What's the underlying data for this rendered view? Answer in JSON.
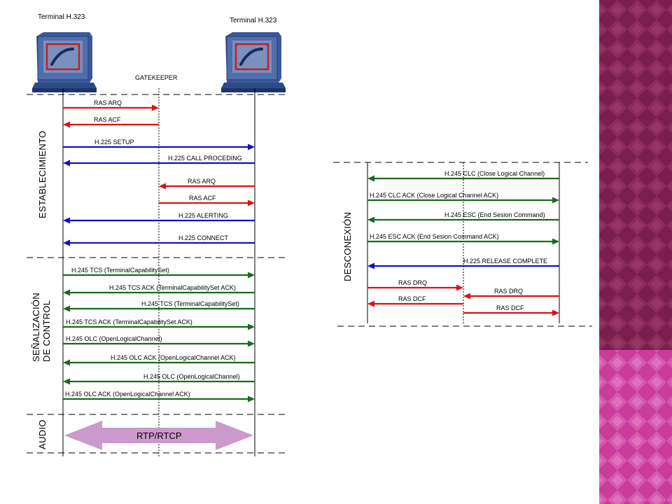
{
  "colors": {
    "red": "#e01010",
    "green": "#1a6a1a",
    "blue": "#1010c8",
    "rtp": "#cc99cc",
    "side_panel": "#7a1e4e"
  },
  "left_diagram": {
    "terminal_left": "Terminal H.323",
    "terminal_right": "Terminal H.323",
    "gatekeeper": "GATEKEEPER",
    "phases": {
      "establecimiento": "ESTABLECIMIENTO",
      "senal_line1": "SEÑALIZACIÓN",
      "senal_line2": "DE CONTROL",
      "audio": "AUDIO"
    },
    "messages": [
      {
        "label": "RAS ARQ",
        "color": "red"
      },
      {
        "label": "RAS ACF",
        "color": "red"
      },
      {
        "label": "H.225 SETUP",
        "color": "blue"
      },
      {
        "label": "H.225 CALL PROCEDING",
        "color": "blue"
      },
      {
        "label": "RAS ARQ",
        "color": "red"
      },
      {
        "label": "RAS ACF",
        "color": "red"
      },
      {
        "label": "H.225 ALERTING",
        "color": "blue"
      },
      {
        "label": "H.225 CONNECT",
        "color": "blue"
      },
      {
        "label": "H.245 TCS (TerminalCapabilitySet)",
        "color": "green"
      },
      {
        "label": "H.245 TCS ACK (TerminalCapabilitySet ACK)",
        "color": "green"
      },
      {
        "label": "H.245 TCS (TerminalCapabilitySet)",
        "color": "green"
      },
      {
        "label": "H.245 TCS ACK (TerminalCapabilitySet ACK)",
        "color": "green"
      },
      {
        "label": "H.245 OLC (OpenLogicalChannel)",
        "color": "green"
      },
      {
        "label": "H.245 OLC ACK (OpenLogicalChannel ACK)",
        "color": "green"
      },
      {
        "label": "H.245 OLC (OpenLogicalChannel)",
        "color": "green"
      },
      {
        "label": "H.245 OLC ACK (OpenLogicalChannel ACK)",
        "color": "green"
      }
    ],
    "rtp_label": "RTP/RTCP"
  },
  "right_diagram": {
    "phase": "DESCONEXIÓN",
    "messages": [
      {
        "label": "H.245 CLC (Close Logical Channel)",
        "color": "green"
      },
      {
        "label": "H.245 CLC ACK (Close Logical Channel ACK)",
        "color": "green"
      },
      {
        "label": "H.245 ESC (End Sesion Command)",
        "color": "green"
      },
      {
        "label": "H.245 ESC ACK (End Sesion Command ACK)",
        "color": "green"
      },
      {
        "label": "H.225 RELEASE COMPLETE",
        "color": "blue"
      },
      {
        "label": "RAS DRQ",
        "color": "red"
      },
      {
        "label": "RAS DRQ",
        "color": "red"
      },
      {
        "label": "RAS DCF",
        "color": "red"
      },
      {
        "label": "RAS DCF",
        "color": "red"
      }
    ]
  }
}
